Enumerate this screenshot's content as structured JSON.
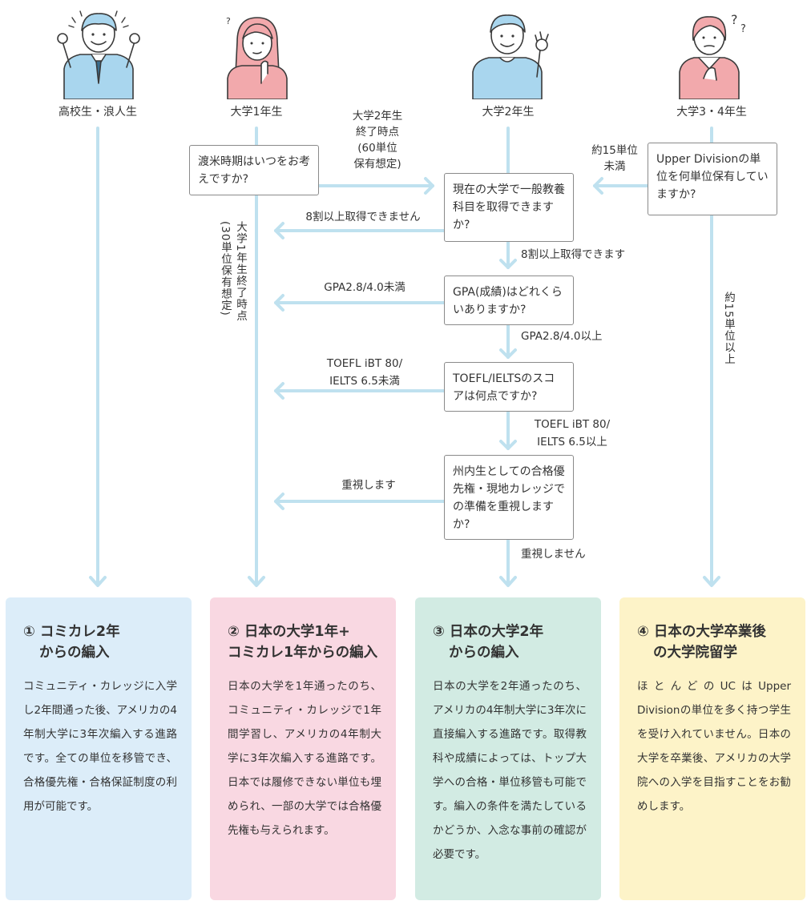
{
  "colors": {
    "arrow": "#bfe1ef",
    "box_border": "#8a8a8a",
    "card1": "#dcedf9",
    "card2": "#f9d8e2",
    "card3": "#d2ebe3",
    "card4": "#fdf3c8",
    "person_blue": "#a9d6ee",
    "person_pink": "#f2a9ac",
    "outline": "#3a3a3a"
  },
  "personas": [
    {
      "label": "高校生・浪人生",
      "icon": "student-cheering-icon"
    },
    {
      "label": "大学1年生",
      "icon": "student-pondering-icon"
    },
    {
      "label": "大学2年生",
      "icon": "student-ok-gesture-icon"
    },
    {
      "label": "大学3・4年生",
      "icon": "student-confused-icon"
    }
  ],
  "questions": {
    "q_timing": "渡米時期はいつをお考えですか?",
    "q_general_ed": "現在の大学で一般教養科目を取得できますか?",
    "q_gpa": "GPA(成績)はどれくらいありますか?",
    "q_toefl": "TOEFL/IELTSのスコアは何点ですか?",
    "q_resident": "州内生としての合格優先権・現地カレッジでの準備を重視しますか?",
    "q_upper": "Upper Divisionの単位を何単位保有していますか?"
  },
  "labels": {
    "year2_end": [
      "大学2年生",
      "終了時点",
      "(60単位",
      "保有想定)"
    ],
    "year1_end": "大学1年生終了時点",
    "year1_end_note": "(30単位保有想定)",
    "ge_no": "8割以上取得できません",
    "ge_yes": "8割以上取得できます",
    "gpa_low": "GPA2.8/4.0未満",
    "gpa_high": "GPA2.8/4.0以上",
    "toefl_low": [
      "TOEFL iBT 80/",
      "IELTS 6.5未満"
    ],
    "toefl_high": [
      "TOEFL iBT 80/",
      "IELTS 6.5以上"
    ],
    "resident_yes": "重視します",
    "resident_no": "重視しません",
    "upper_under": [
      "約15単位",
      "未満"
    ],
    "upper_over": "約15単位以上"
  },
  "outcomes": [
    {
      "title_line1": "① コミカレ2年",
      "title_line2": "からの編入",
      "body": "コミュニティ・カレッジに入学し2年間通った後、アメリカの4年制大学に3年次編入する進路です。全ての単位を移管でき、合格優先権・合格保証制度の利用が可能です。"
    },
    {
      "title_line1": "② 日本の大学1年+",
      "title_line2": "コミカレ1年からの編入",
      "body": "日本の大学を1年通ったのち、コミュニティ・カレッジで1年間学習し、アメリカの4年制大学に3年次編入する進路です。日本では履修できない単位も埋められ、一部の大学では合格優先権も与えられます。"
    },
    {
      "title_line1": "③ 日本の大学2年",
      "title_line2": "からの編入",
      "body": "日本の大学を2年通ったのち、アメリカの4年制大学に3年次に直接編入する進路です。取得教科や成績によっては、トップ大学への合格・単位移管も可能です。編入の条件を満たしているかどうか、入念な事前の確認が必要です。"
    },
    {
      "title_line1": "④ 日本の大学卒業後",
      "title_line2": "の大学院留学",
      "body": "ほとんどのUCはUpper Divisionの単位を多く持つ学生を受け入れていません。日本の大学を卒業後、アメリカの大学院への入学を目指すことをお勧めします。"
    }
  ]
}
